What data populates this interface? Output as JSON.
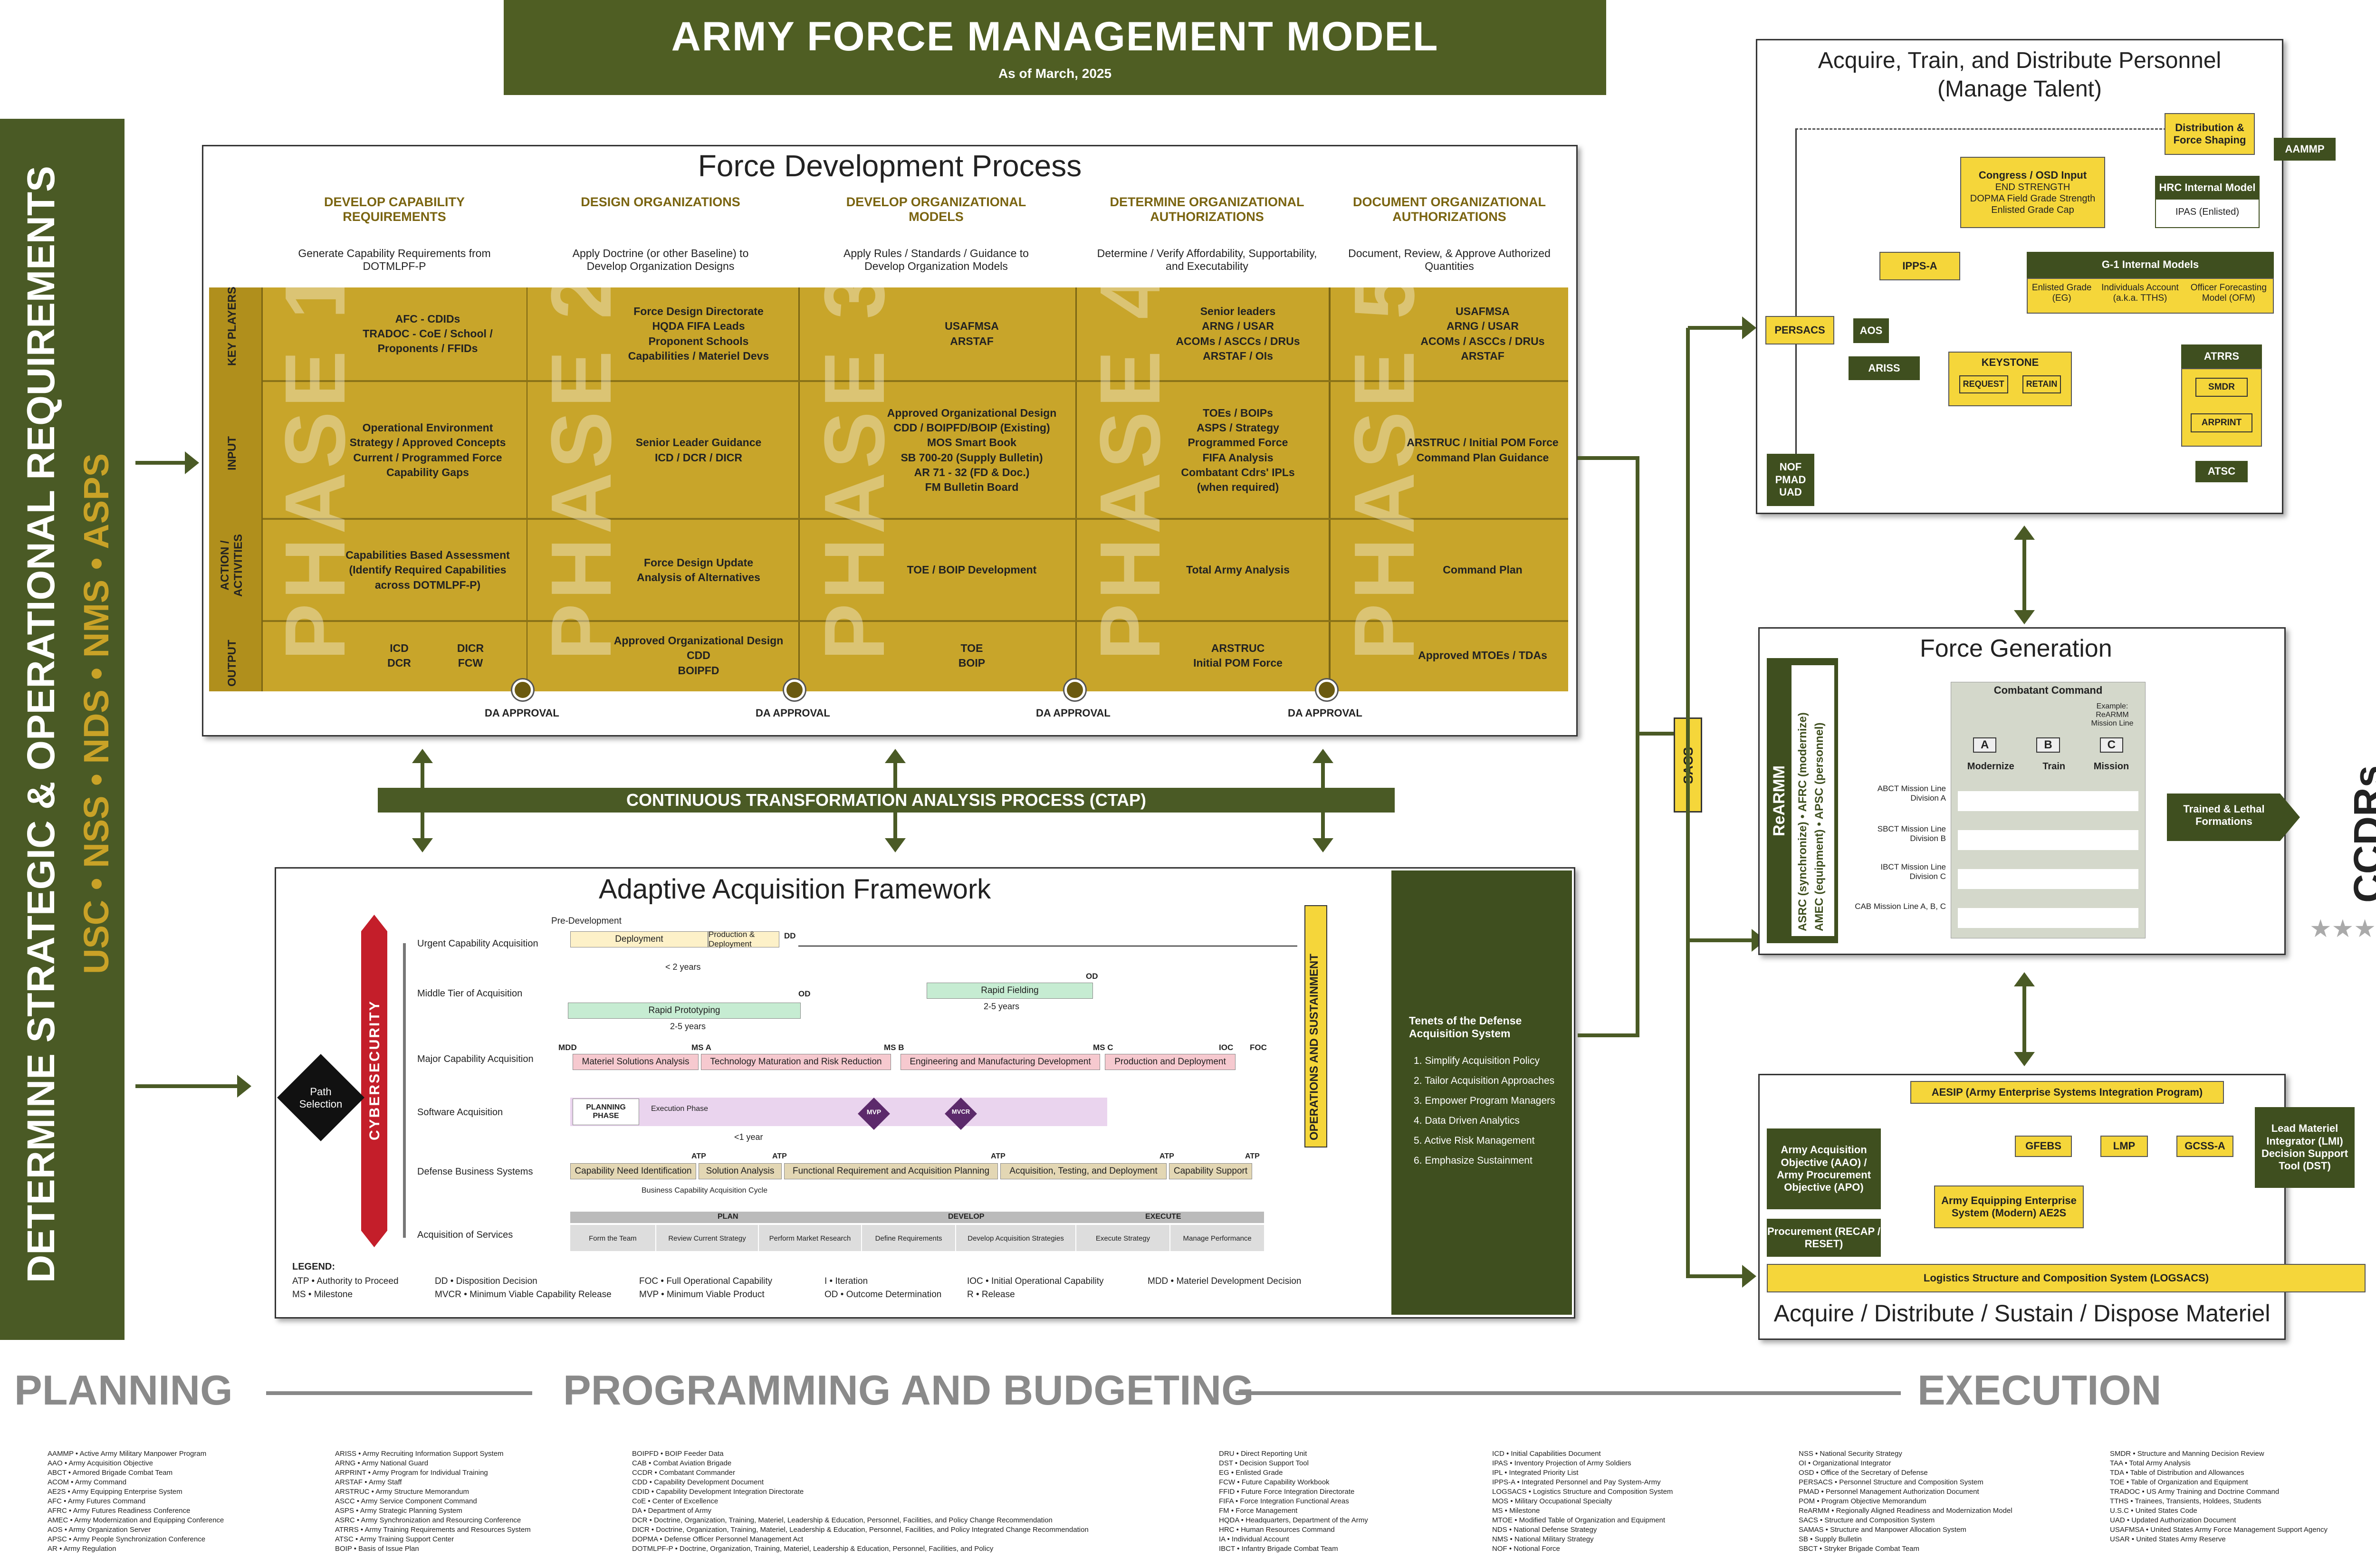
{
  "title": "ARMY FORCE MANAGEMENT MODEL",
  "subtitle": "As of March, 2025",
  "left_bar": {
    "line1": "DETERMINE STRATEGIC & OPERATIONAL REQUIREMENTS",
    "line2": "USC • NSS • NDS • NMS • ASPS"
  },
  "fdp": {
    "title": "Force Development Process",
    "row_labels": [
      "KEY PLAYERS",
      "INPUT",
      "ACTION / ACTIVITIES",
      "OUTPUT"
    ],
    "phases": [
      {
        "head": "DEVELOP CAPABILITY REQUIREMENTS",
        "sub": "Generate Capability Requirements from DOTMLPF-P",
        "big": "PHASE 1",
        "key": "AFC - CDIDs\nTRADOC - CoE / School / Proponents / FFIDs",
        "input": "Operational Environment\nStrategy / Approved Concepts\nCurrent / Programmed Force\nCapability Gaps",
        "action": "Capabilities Based Assessment\n(Identify Required Capabilities across DOTMLPF-P)",
        "output_a": "ICD\nDCR",
        "output_b": "DICR\nFCW"
      },
      {
        "head": "DESIGN ORGANIZATIONS",
        "sub": "Apply Doctrine (or other Baseline) to Develop Organization Designs",
        "big": "PHASE 2",
        "key": "Force Design Directorate\nHQDA FIFA Leads\nProponent Schools\nCapabilities / Materiel Devs",
        "input": "Senior Leader Guidance\nICD / DCR / DICR",
        "action": "Force Design Update\nAnalysis of Alternatives",
        "output": "Approved Organizational Design\nCDD\nBOIPFD"
      },
      {
        "head": "DEVELOP ORGANIZATIONAL MODELS",
        "sub": "Apply Rules / Standards / Guidance to Develop Organization Models",
        "big": "PHASE 3",
        "key": "USAFMSA\nARSTAF",
        "input": "Approved Organizational Design\nCDD / BOIPFD/BOIP (Existing)\nMOS Smart Book\nSB 700-20 (Supply Bulletin)\nAR 71 - 32 (FD & Doc.)\nFM Bulletin Board",
        "action": "TOE / BOIP Development",
        "output": "TOE\nBOIP"
      },
      {
        "head": "DETERMINE ORGANIZATIONAL AUTHORIZATIONS",
        "sub": "Determine / Verify Affordability, Supportability, and Executability",
        "big": "PHASE 4",
        "key": "Senior leaders\nARNG / USAR\nACOMs / ASCCs / DRUs\nARSTAF / OIs",
        "input": "TOEs / BOIPs\nASPS / Strategy\nProgrammed Force\nFIFA Analysis\nCombatant Cdrs' IPLs\n(when required)",
        "action": "Total Army Analysis",
        "output": "ARSTRUC\nInitial POM Force"
      },
      {
        "head": "DOCUMENT ORGANIZATIONAL AUTHORIZATIONS",
        "sub": "Document, Review, & Approve Authorized Quantities",
        "big": "PHASE 5",
        "key": "USAFMSA\nARNG / USAR\nACOMs / ASCCs / DRUs\nARSTAF",
        "input": "ARSTRUC / Initial POM Force\nCommand Plan Guidance",
        "action": "Command Plan",
        "output": "Approved MTOEs / TDAs"
      }
    ],
    "approval": "DA APPROVAL"
  },
  "ctap": "CONTINUOUS TRANSFORMATION ANALYSIS PROCESS (CTAP)",
  "aaf": {
    "title": "Adaptive Acquisition Framework",
    "cyber": "CYBERSECURITY",
    "path": "Path Selection",
    "ops": "OPERATIONS AND SUSTAINMENT",
    "rows": [
      "Urgent Capability Acquisition",
      "Middle Tier of Acquisition",
      "Major Capability Acquisition",
      "Software Acquisition",
      "Defense Business Systems",
      "Acquisition of Services"
    ],
    "pre_dev": "Pre-Development",
    "uca": [
      "Deployment",
      "Production & Deployment",
      "DD",
      "< 2 years"
    ],
    "mta": [
      "Rapid Fielding",
      "2-5 years",
      "Rapid Prototyping",
      "2-5 years",
      "OD",
      "OD"
    ],
    "mca": [
      "MDD",
      "MS A",
      "MS B",
      "MS C",
      "IOC",
      "FOC",
      "Materiel Solutions Analysis",
      "Technology Maturation and Risk Reduction",
      "Engineering and Manufacturing Development",
      "Production and Deployment"
    ],
    "swa": [
      "PLANNING PHASE",
      "Execution Phase",
      "MVP",
      "MVCR",
      "<1 year"
    ],
    "dbs": [
      "ATP",
      "Capability Need Identification",
      "Solution Analysis",
      "Functional Requirement and Acquisition Planning",
      "Acquisition, Testing, and Deployment",
      "Capability Support",
      "Business Capability Acquisition Cycle"
    ],
    "aos_phases": [
      "PLAN",
      "DEVELOP",
      "EXECUTE"
    ],
    "aos_steps": [
      "Form the Team",
      "Review Current Strategy",
      "Perform Market Research",
      "Define Requirements",
      "Develop Acquisition Strategies",
      "Execute Strategy",
      "Manage Performance"
    ],
    "tenets_title": "Tenets of the Defense Acquisition System",
    "tenets": [
      "1. Simplify Acquisition Policy",
      "2. Tailor Acquisition Approaches",
      "3. Empower Program Managers",
      "4. Data Driven Analytics",
      "5. Active Risk Management",
      "6. Emphasize Sustainment"
    ],
    "legend_title": "LEGEND:",
    "legend": [
      [
        "ATP • Authority to Proceed",
        "DD • Disposition Decision",
        "FOC • Full Operational Capability",
        "I • Iteration",
        "IOC • Initial Operational Capability",
        "MDD • Materiel Development Decision"
      ],
      [
        "MS • Milestone",
        "MVCR • Minimum Viable Capability Release",
        "MVP • Minimum Viable Product",
        "OD • Outcome Determination",
        "R • Release",
        ""
      ]
    ]
  },
  "personnel": {
    "title1": "Acquire, Train, and Distribute Personnel",
    "title2": "(Manage Talent)",
    "boxes": {
      "dist": "Distribution & Force Shaping",
      "aammp": "AAMMP",
      "congress": "Congress / OSD Input",
      "congress_sub": "END STRENGTH\nDOPMA Field Grade Strength\nEnlisted Grade Cap",
      "hrc": "HRC Internal Model",
      "hrc_sub": "IPAS (Enlisted)",
      "ippsa": "IPPS-A",
      "g1": "G-1 Internal Models",
      "g1_a": "Enlisted Grade (EG)",
      "g1_b": "Individuals Account (a.k.a. TTHS)",
      "g1_c": "Officer Forecasting Model (OFM)",
      "persacs": "PERSACS",
      "aos": "AOS",
      "ariss": "ARISS",
      "keystone": "KEYSTONE",
      "request": "REQUEST",
      "retain": "RETAIN",
      "atrrs": "ATRRS",
      "smdr": "SMDR",
      "arprint": "ARPRINT",
      "atsc": "ATSC",
      "nof": "NOF\nPMAD\nUAD"
    }
  },
  "forcegen": {
    "title": "Force Generation",
    "rearmm": "ReARMM",
    "side1": "ASRC (synchronize) • AFRC (modernize)",
    "side2": "AMEC (equipment) • APSC (personnel)",
    "cc": "Combatant Command",
    "example": "Example: ReARMM Mission Line",
    "cols": [
      "Modernize",
      "Train",
      "Mission"
    ],
    "abc": [
      "A",
      "B",
      "C"
    ],
    "rows": [
      "ABCT Mission Line Division A",
      "SBCT Mission Line Division B",
      "IBCT Mission Line Division C",
      "CAB Mission Line A, B, C"
    ],
    "trained": "Trained & Lethal Formations",
    "ccdrs": "CCDRs",
    "stars": "★★★★"
  },
  "materiel": {
    "aesip": "AESIP (Army Enterprise Systems Integration Program)",
    "lmi": "Lead Materiel Integrator (LMI) Decision Support Tool (DST)",
    "aao": "Army Acquisition Objective (AAO) / Army Procurement Objective (APO)",
    "procurement": "Procurement (RECAP / RESET)",
    "gfebs": "GFEBS",
    "lmp": "LMP",
    "gcss": "GCSS-A",
    "ae2s": "Army Equipping Enterprise System (Modern) AE2S",
    "logsacs": "Logistics Structure and Composition System (LOGSACS)",
    "bottom": "Acquire / Distribute / Sustain / Dispose Materiel"
  },
  "sacs": "SACS",
  "bottom": {
    "planning": "PLANNING",
    "ppb": "PROGRAMMING AND BUDGETING",
    "execution": "EXECUTION"
  },
  "glossary": [
    [
      "AAMMP • Active Army Military Manpower Program",
      "AAO • Army Acquisition Objective",
      "ABCT • Armored Brigade Combat Team",
      "ACOM • Army Command",
      "AE2S • Army Equipping Enterprise System",
      "AFC • Army Futures Command",
      "AFRC • Army Futures Readiness Conference",
      "AMEC • Army Modernization and Equipping Conference",
      "AOS • Army Organization Server",
      "APSC • Army People Synchronization Conference",
      "AR • Army Regulation"
    ],
    [
      "ARISS • Army Recruiting Information Support System",
      "ARNG • Army National Guard",
      "ARPRINT • Army Program for Individual Training",
      "ARSTAF • Army Staff",
      "ARSTRUC • Army Structure Memorandum",
      "ASCC • Army Service Component Command",
      "ASPS • Army Strategic Planning System",
      "ASRC • Army Synchronization and Resourcing Conference",
      "ATRRS • Army Training Requirements and Resources System",
      "ATSC • Army Training Support Center",
      "BOIP • Basis of Issue Plan"
    ],
    [
      "BOIPFD • BOIP Feeder Data",
      "CAB • Combat Aviation Brigade",
      "CCDR • Combatant Commander",
      "CDD • Capability Development Document",
      "CDID • Capability Development Integration Directorate",
      "CoE • Center of Excellence",
      "DA • Department of Army",
      "DCR • Doctrine, Organization, Training, Materiel, Leadership & Education, Personnel, Facilities, and Policy Change Recommendation",
      "DICR • Doctrine, Organization, Training, Materiel, Leadership & Education, Personnel, Facilities, and Policy Integrated Change Recommendation",
      "DOPMA • Defense Officer Personnel Management Act",
      "DOTMLPF-P • Doctrine, Organization, Training, Materiel, Leadership & Education, Personnel, Facilities, and Policy"
    ],
    [
      "DRU • Direct Reporting Unit",
      "DST • Decision Support Tool",
      "EG • Enlisted Grade",
      "FCW • Future Capability Workbook",
      "FFID • Future Force Integration Directorate",
      "FIFA • Force Integration Functional Areas",
      "FM • Force Management",
      "HQDA • Headquarters, Department of the Army",
      "HRC • Human Resources Command",
      "IA • Individual Account",
      "IBCT • Infantry Brigade Combat Team"
    ],
    [
      "ICD • Initial Capabilities Document",
      "IPAS • Inventory Projection of Army Soldiers",
      "IPL • Integrated Priority List",
      "IPPS-A • Integrated Personnel and Pay System-Army",
      "LOGSACS • Logistics Structure and Composition System",
      "MOS • Military Occupational Specialty",
      "MS • Milestone",
      "MTOE • Modified Table of Organization and Equipment",
      "NDS • National Defense Strategy",
      "NMS • National Military Strategy",
      "NOF • Notional Force"
    ],
    [
      "NSS • National Security Strategy",
      "OI • Organizational Integrator",
      "OSD • Office of the Secretary of Defense",
      "PERSACS • Personnel Structure and Composition System",
      "PMAD • Personnel Management Authorization Document",
      "POM • Program Objective Memorandum",
      "ReARMM • Regionally Aligned Readiness and Modernization Model",
      "SACS • Structure and Composition System",
      "SAMAS • Structure and Manpower Allocation System",
      "SB • Supply Bulletin",
      "SBCT • Stryker Brigade Combat Team"
    ],
    [
      "SMDR • Structure and Manning Decision Review",
      "TAA • Total Army Analysis",
      "TDA • Table of Distribution and Allowances",
      "TOE • Table of Organization and Equipment",
      "TRADOC • US Army Training and Doctrine Command",
      "TTHS • Trainees, Transients, Holdees, Students",
      "U.S.C • United States Code",
      "UAD • Updated Authorization Document",
      "USAFMSA • United States Army Force Management Support Agency",
      "USAR • United States Army Reserve",
      ""
    ]
  ]
}
